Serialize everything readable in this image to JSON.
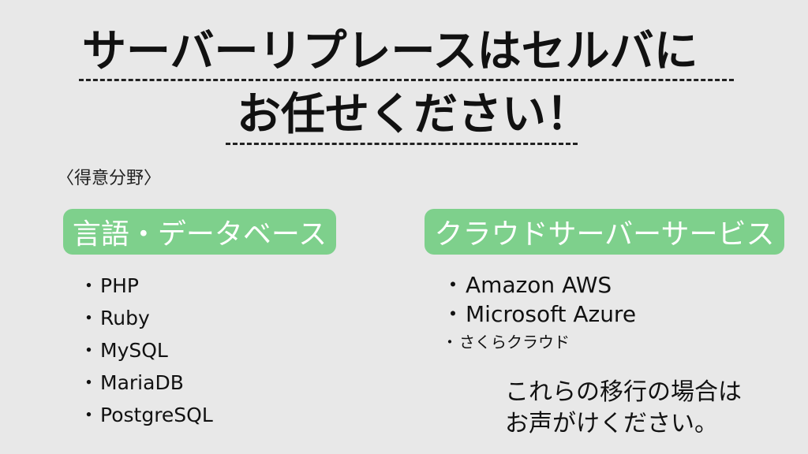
{
  "title": {
    "line1": "サーバーリプレースはセルバに",
    "line2": "お任せください！"
  },
  "specialty_label": "〈得意分野〉",
  "sections": [
    {
      "heading": "言語・データベース",
      "items": [
        "PHP",
        "Ruby",
        "MySQL",
        "MariaDB",
        "PostgreSQL"
      ]
    },
    {
      "heading": "クラウドサーバーサービス",
      "items": [
        "Amazon AWS",
        "Microsoft Azure",
        "さくらクラウド"
      ]
    }
  ],
  "bullet": "・",
  "contact": {
    "line1": "これらの移行の場合は",
    "line2": "お声がけください。"
  },
  "colors": {
    "background": "#e8e8e8",
    "pill": "#7ed08c",
    "pill_text": "#ffffff",
    "text": "#111111"
  }
}
